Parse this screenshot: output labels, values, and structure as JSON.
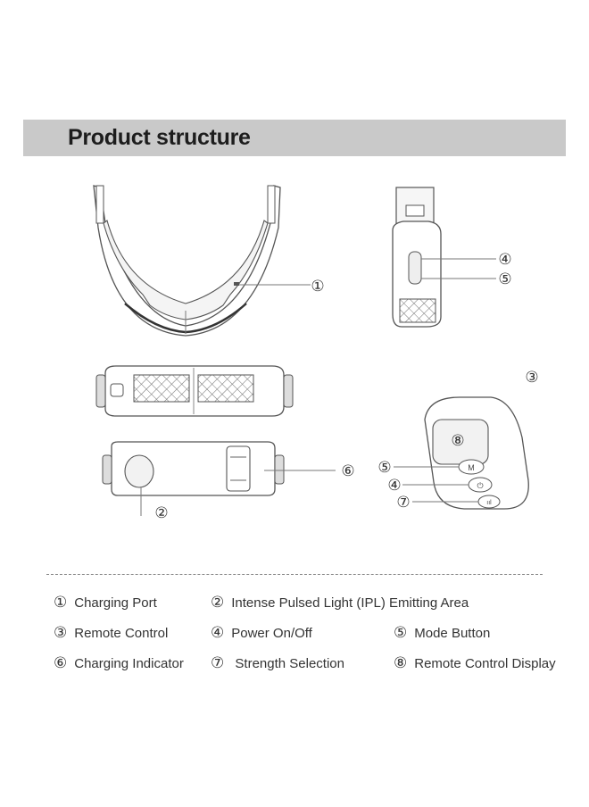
{
  "header": {
    "title": "Product structure"
  },
  "callouts": {
    "c1": "①",
    "c2": "②",
    "c3": "③",
    "c4a": "④",
    "c5a": "⑤",
    "c6": "⑥",
    "c8": "⑧",
    "c5b": "⑤",
    "c4b": "④",
    "c7": "⑦",
    "remote_m": "M",
    "remote_power": "⏻",
    "remote_strength": "ııl"
  },
  "legend": [
    {
      "num": "①",
      "label": "Charging Port"
    },
    {
      "num": "②",
      "label": "Intense Pulsed Light (IPL) Emitting Area"
    },
    {
      "num": "③",
      "label": "Remote Control"
    },
    {
      "num": "④",
      "label": "Power On/Off"
    },
    {
      "num": "⑤",
      "label": "Mode Button"
    },
    {
      "num": "⑥",
      "label": "Charging Indicator"
    },
    {
      "num": "⑦",
      "label": " Strength Selection"
    },
    {
      "num": "⑧",
      "label": "Remote Control Display"
    }
  ]
}
